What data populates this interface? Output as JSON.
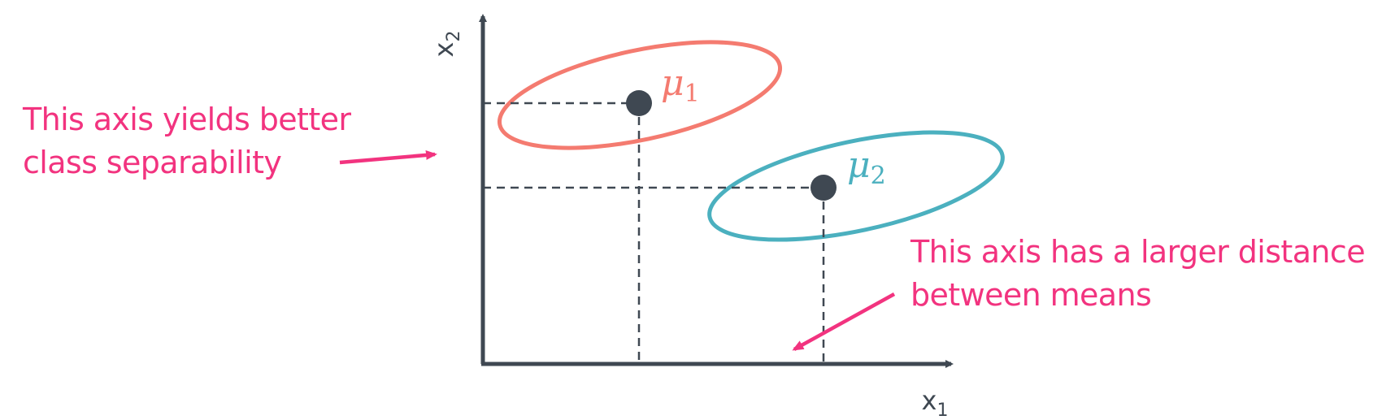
{
  "colors": {
    "axis": "#3f4852",
    "class1": "#f47b70",
    "class2": "#4bb0bf",
    "annotation": "#f2337f"
  },
  "axes": {
    "x_label": "x",
    "x_subscript": "1",
    "y_label": "x",
    "y_subscript": "2"
  },
  "classes": [
    {
      "mean_symbol": "μ",
      "mean_subscript": "1"
    },
    {
      "mean_symbol": "μ",
      "mean_subscript": "2"
    }
  ],
  "annotations": {
    "left": {
      "line1": "This axis yields better",
      "line2": "class separability"
    },
    "right": {
      "line1": "This axis has a larger distance",
      "line2": "between means"
    }
  }
}
